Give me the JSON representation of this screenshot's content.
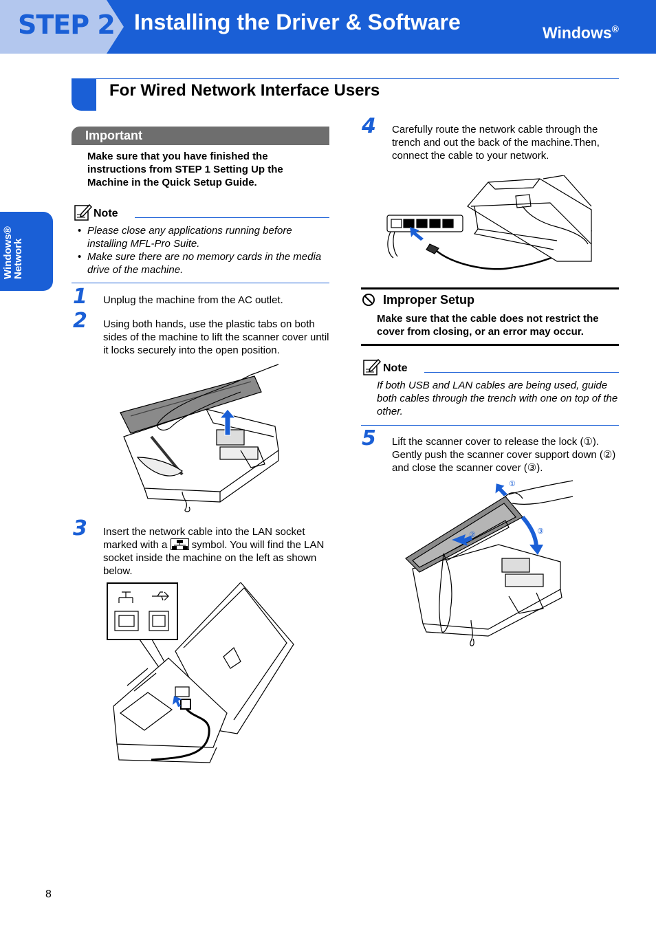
{
  "header": {
    "step": "STEP 2",
    "title": "Installing the Driver & Software",
    "os": "Windows",
    "os_mark": "®"
  },
  "side_tab": {
    "line1": "Windows®",
    "line2": "Network"
  },
  "section": {
    "title": "For Wired Network Interface Users"
  },
  "important": {
    "label": "Important",
    "text": "Make sure that you have finished the instructions from STEP 1 Setting Up the Machine in the Quick Setup Guide."
  },
  "note1": {
    "label": "Note",
    "items": [
      "Please close any applications running before installing MFL-Pro Suite.",
      "Make sure there are no memory cards in the media drive of the machine."
    ]
  },
  "steps": [
    {
      "num": "1",
      "text": "Unplug the machine from the AC outlet."
    },
    {
      "num": "2",
      "text": "Using both hands, use the plastic tabs on both sides of the machine to lift the scanner cover until it locks securely into the open position."
    },
    {
      "num": "3",
      "text_a": "Insert the network cable into the LAN socket marked with a",
      "text_b": "symbol. You will find the LAN socket inside the machine on the left as shown below."
    },
    {
      "num": "4",
      "text": "Carefully route the network cable through the trench and out the back of the machine.Then, connect the cable to your network."
    },
    {
      "num": "5",
      "text": "Lift the scanner cover to release the lock (①). Gently push the scanner cover support down (②) and close the scanner cover (③)."
    }
  ],
  "improper": {
    "title": "Improper Setup",
    "text": "Make sure that the cable does not restrict the cover from closing, or an error may occur."
  },
  "note2": {
    "label": "Note",
    "text": "If both USB and LAN cables are being used, guide both cables through the trench with one on top of the other."
  },
  "callouts": [
    "①",
    "②",
    "③"
  ],
  "page_number": "8",
  "colors": {
    "brand_blue": "#1a5fd6",
    "important_gray": "#6e6e6e",
    "step_tab_light": "#b3c7ee"
  }
}
